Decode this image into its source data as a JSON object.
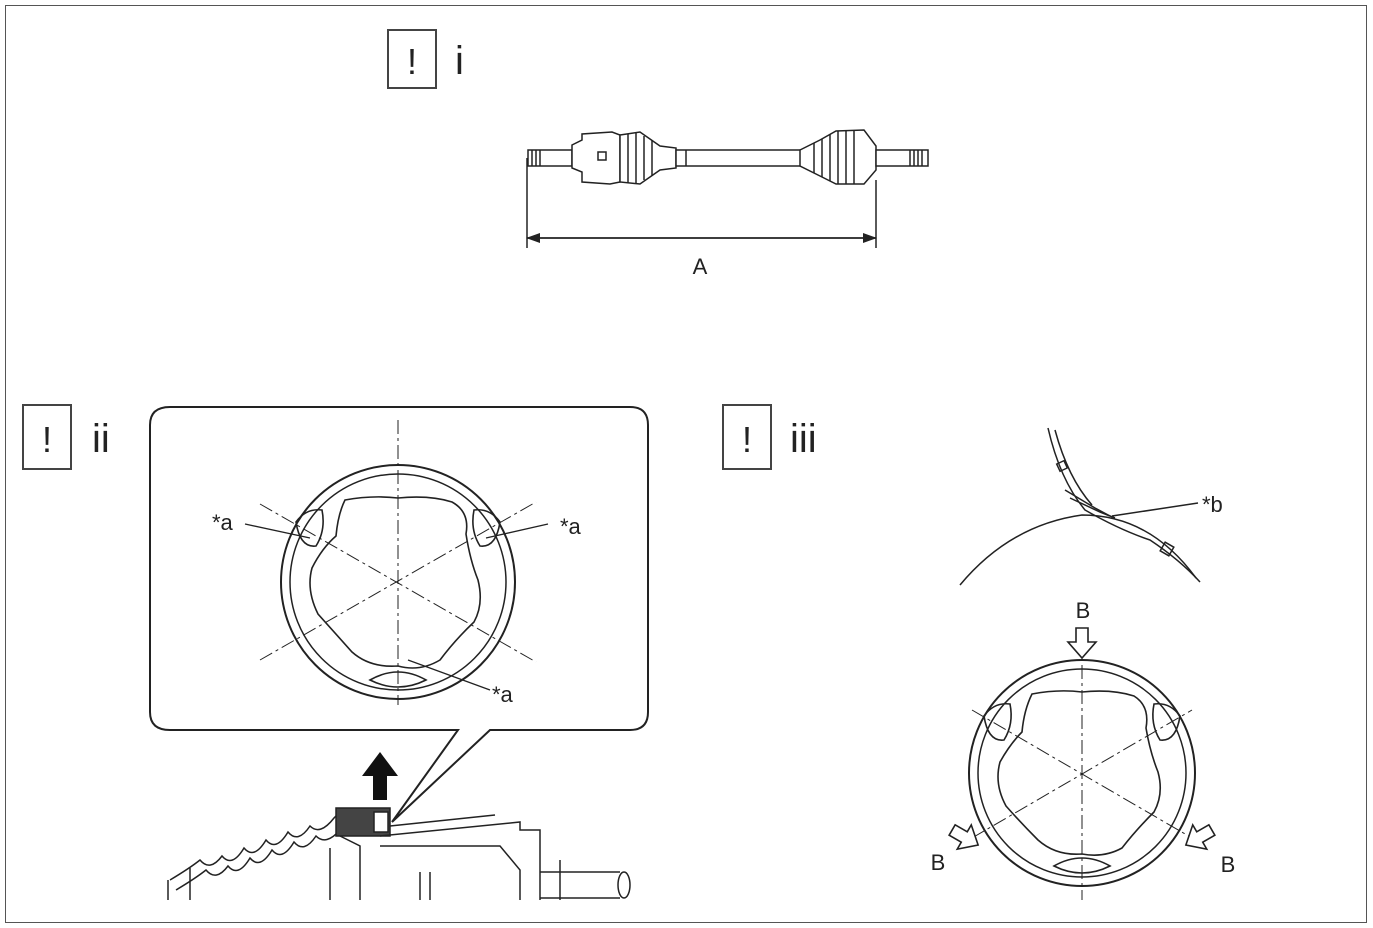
{
  "steps": [
    {
      "mark": "!",
      "number": "i"
    },
    {
      "mark": "!",
      "number": "ii"
    },
    {
      "mark": "!",
      "number": "iii"
    }
  ],
  "labels": {
    "dimension_a": "A",
    "callout_a": "*a",
    "callout_b": "*b",
    "point_b": "B"
  },
  "icons": [
    "attention-box-icon",
    "drive-shaft-drawing",
    "up-arrow-icon",
    "push-arrow-icon"
  ]
}
